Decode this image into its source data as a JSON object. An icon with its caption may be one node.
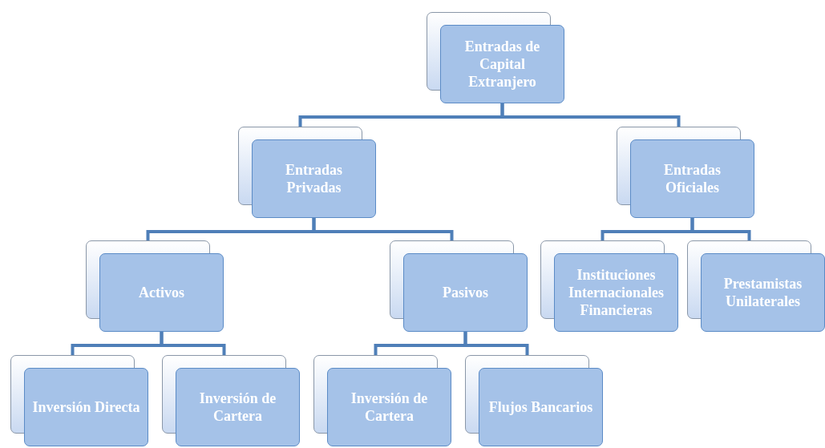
{
  "diagram": {
    "nodes": [
      {
        "text": [
          "Entradas de Capital Extranjero"
        ]
      },
      {
        "text": [
          "Entradas Privadas"
        ]
      },
      {
        "text": [
          "Entradas Oficiales"
        ]
      },
      {
        "text": [
          "Activos"
        ]
      },
      {
        "text": [
          "Pasivos"
        ]
      },
      {
        "text": [
          "Instituciones Internacionales Financieras"
        ]
      },
      {
        "text": [
          "Prestamistas Unilaterales"
        ]
      },
      {
        "text": [
          "Inversión Directa"
        ]
      },
      {
        "text": [
          "Inversión de Cartera"
        ]
      },
      {
        "text": [
          "Inversión de Cartera"
        ]
      },
      {
        "text": [
          "Flujos Bancarios"
        ]
      }
    ],
    "edges": [
      {
        "from": 0,
        "to": 1,
        "arrow": "none"
      },
      {
        "from": 0,
        "to": 2,
        "arrow": "none"
      },
      {
        "from": 1,
        "to": 3,
        "arrow": "none"
      },
      {
        "from": 1,
        "to": 4,
        "arrow": "none"
      },
      {
        "from": 2,
        "to": 5,
        "arrow": "none"
      },
      {
        "from": 2,
        "to": 6,
        "arrow": "none"
      },
      {
        "from": 3,
        "to": 7,
        "arrow": "none"
      },
      {
        "from": 3,
        "to": 8,
        "arrow": "none"
      },
      {
        "from": 4,
        "to": 9,
        "arrow": "none"
      },
      {
        "from": 4,
        "to": 10,
        "arrow": "none"
      }
    ]
  }
}
